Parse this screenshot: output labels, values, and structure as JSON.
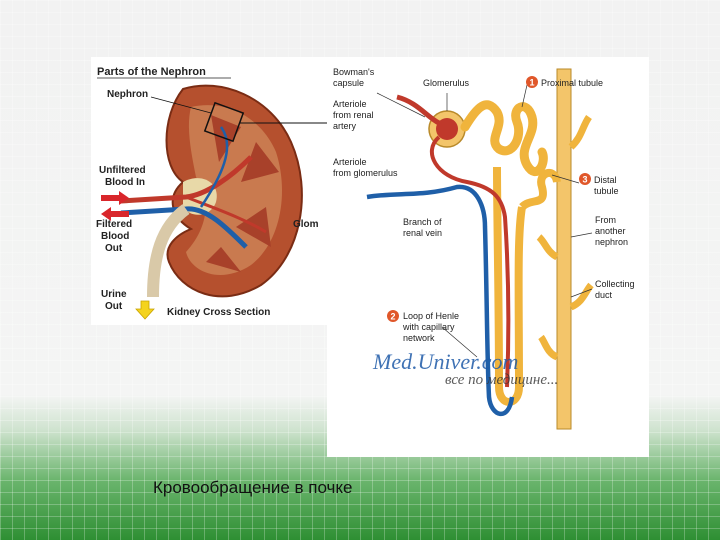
{
  "kidney": {
    "title": "Parts of the Nephron",
    "nephron": "Nephron",
    "unfiltered_l1": "Unfiltered",
    "unfiltered_l2": "Blood In",
    "filtered_l1": "Filtered",
    "filtered_l2": "Blood",
    "filtered_l3": "Out",
    "urine_l1": "Urine",
    "urine_l2": "Out",
    "cross_section": "Kidney Cross Section",
    "glom_cut": "Glom"
  },
  "nephron": {
    "bowman_l1": "Bowman's",
    "bowman_l2": "capsule",
    "glomerulus": "Glomerulus",
    "marker1": "1",
    "proximal": "Proximal tubule",
    "arteriole_renal_l1": "Arteriole",
    "arteriole_renal_l2": "from renal",
    "arteriole_renal_l3": "artery",
    "arteriole_glom_l1": "Arteriole",
    "arteriole_glom_l2": "from glomerulus",
    "marker3": "3",
    "distal_l1": "Distal",
    "distal_l2": "tubule",
    "branch_l1": "Branch of",
    "branch_l2": "renal vein",
    "from_l1": "From",
    "from_l2": "another",
    "from_l3": "nephron",
    "collecting_l1": "Collecting",
    "collecting_l2": "duct",
    "marker2": "2",
    "loop_l1": "Loop of Henle",
    "loop_l2": "with capillary",
    "loop_l3": "network"
  },
  "watermark": {
    "brand": "Med.Univer.com",
    "tagline": "все по медицине..."
  },
  "caption": "Кровообращение в почке",
  "colors": {
    "artery": "#c0392b",
    "vein": "#1f5fa8",
    "tubule": "#f0b43c",
    "cortex": "#b5502e",
    "medulla": "#c97a4f",
    "marker": "#e0572a",
    "watermark": "#1e5aa8"
  }
}
